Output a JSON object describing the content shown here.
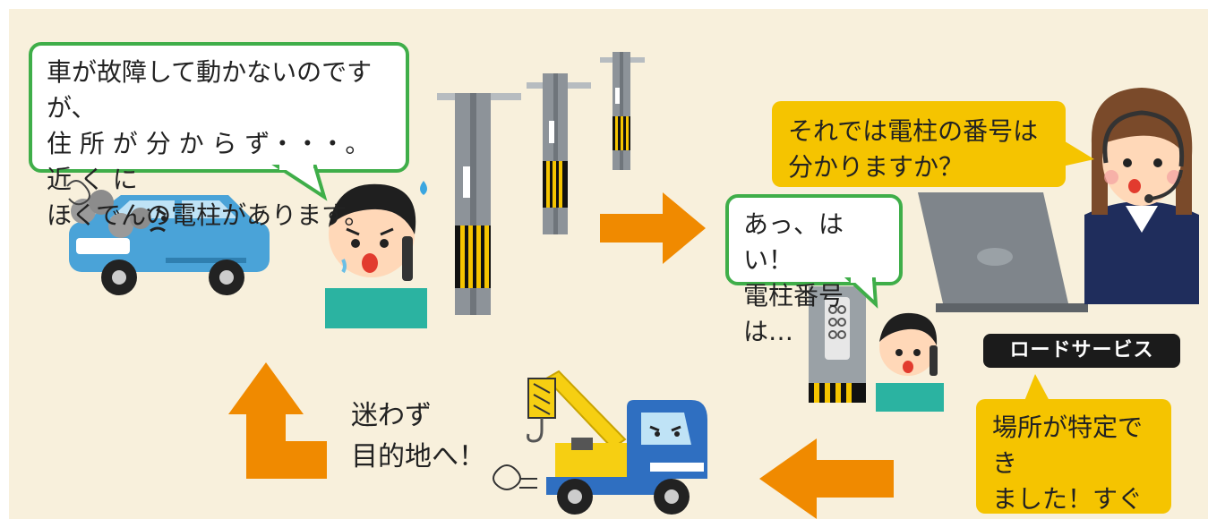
{
  "bubbles": {
    "driver": "車が故障して動かないのですが、\n住 所 が 分 か ら ず・・・。 近 く に\nほくでんの電柱があります。",
    "operator_question": "それでは電柱の番号は\n分かりますか？",
    "driver_answer": "あっ、はい！\n電柱番号は…",
    "operator_dispatch": "場所が特定でき\nました！すぐに\n手配します！"
  },
  "label": {
    "road_service": "ロードサービス"
  },
  "guide": {
    "text": "迷わず\n目的地へ！"
  },
  "colors": {
    "background": "#f8f0dc",
    "bubble_border_green": "#3fae49",
    "bubble_yellow": "#f5c400",
    "arrow_orange": "#f08a00",
    "pole_gray": "#8d9399",
    "car_blue": "#4aa3d8",
    "truck_blue": "#2f6fc1",
    "crane_yellow": "#f6cf12"
  },
  "icons": [
    "broken-car-icon",
    "worried-man-phone-icon",
    "utility-pole-icon",
    "orange-arrow-icon",
    "operator-headset-icon",
    "laptop-icon",
    "tow-truck-icon",
    "smoke-icon"
  ]
}
